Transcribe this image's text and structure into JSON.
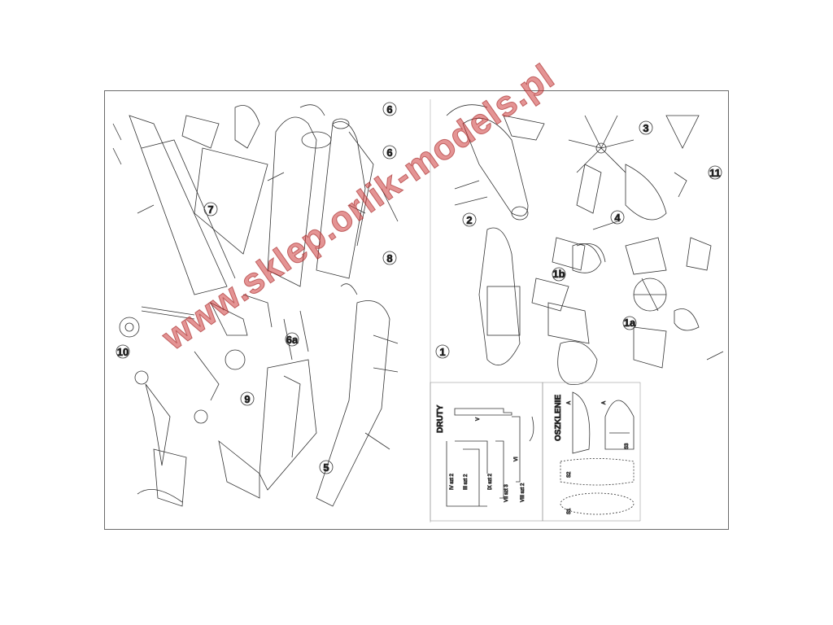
{
  "watermark": "www.sklep.orlik-models.pl",
  "left_page": {
    "steps": [
      "7",
      "6",
      "6",
      "8",
      "10",
      "9",
      "5",
      "6a"
    ]
  },
  "right_page": {
    "steps": [
      "2",
      "3",
      "4",
      "11",
      "1",
      "1b",
      "1a"
    ]
  },
  "wires_panel": {
    "title": "DRUTY",
    "labels": [
      "IV szt 2",
      "III szt 2",
      "IX szt 2",
      "VII szt 3",
      "VIII szt 2",
      "V",
      "VI"
    ]
  },
  "glazing_panel": {
    "title": "OSZKLENIE",
    "labels": [
      "S1",
      "S2",
      "S3",
      "A",
      "A"
    ]
  },
  "colors": {
    "line": "#333333",
    "frame": "#6b6b6b",
    "watermark": "#cd3c3c"
  }
}
